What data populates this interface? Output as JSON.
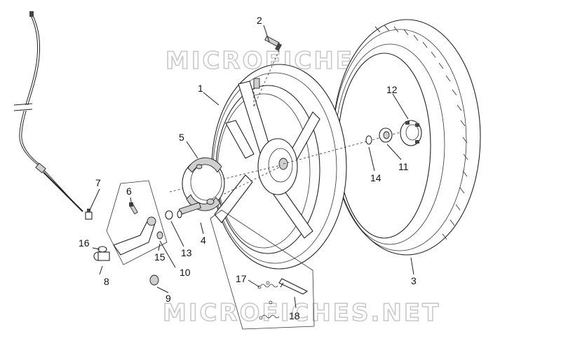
{
  "watermarks": [
    "MICROFICHES.NET",
    "MICROFICHES.NET"
  ],
  "callouts": [
    "1",
    "2",
    "3",
    "4",
    "5",
    "6",
    "7",
    "8",
    "9",
    "10",
    "11",
    "12",
    "13",
    "14",
    "15",
    "16",
    "17",
    "18"
  ]
}
